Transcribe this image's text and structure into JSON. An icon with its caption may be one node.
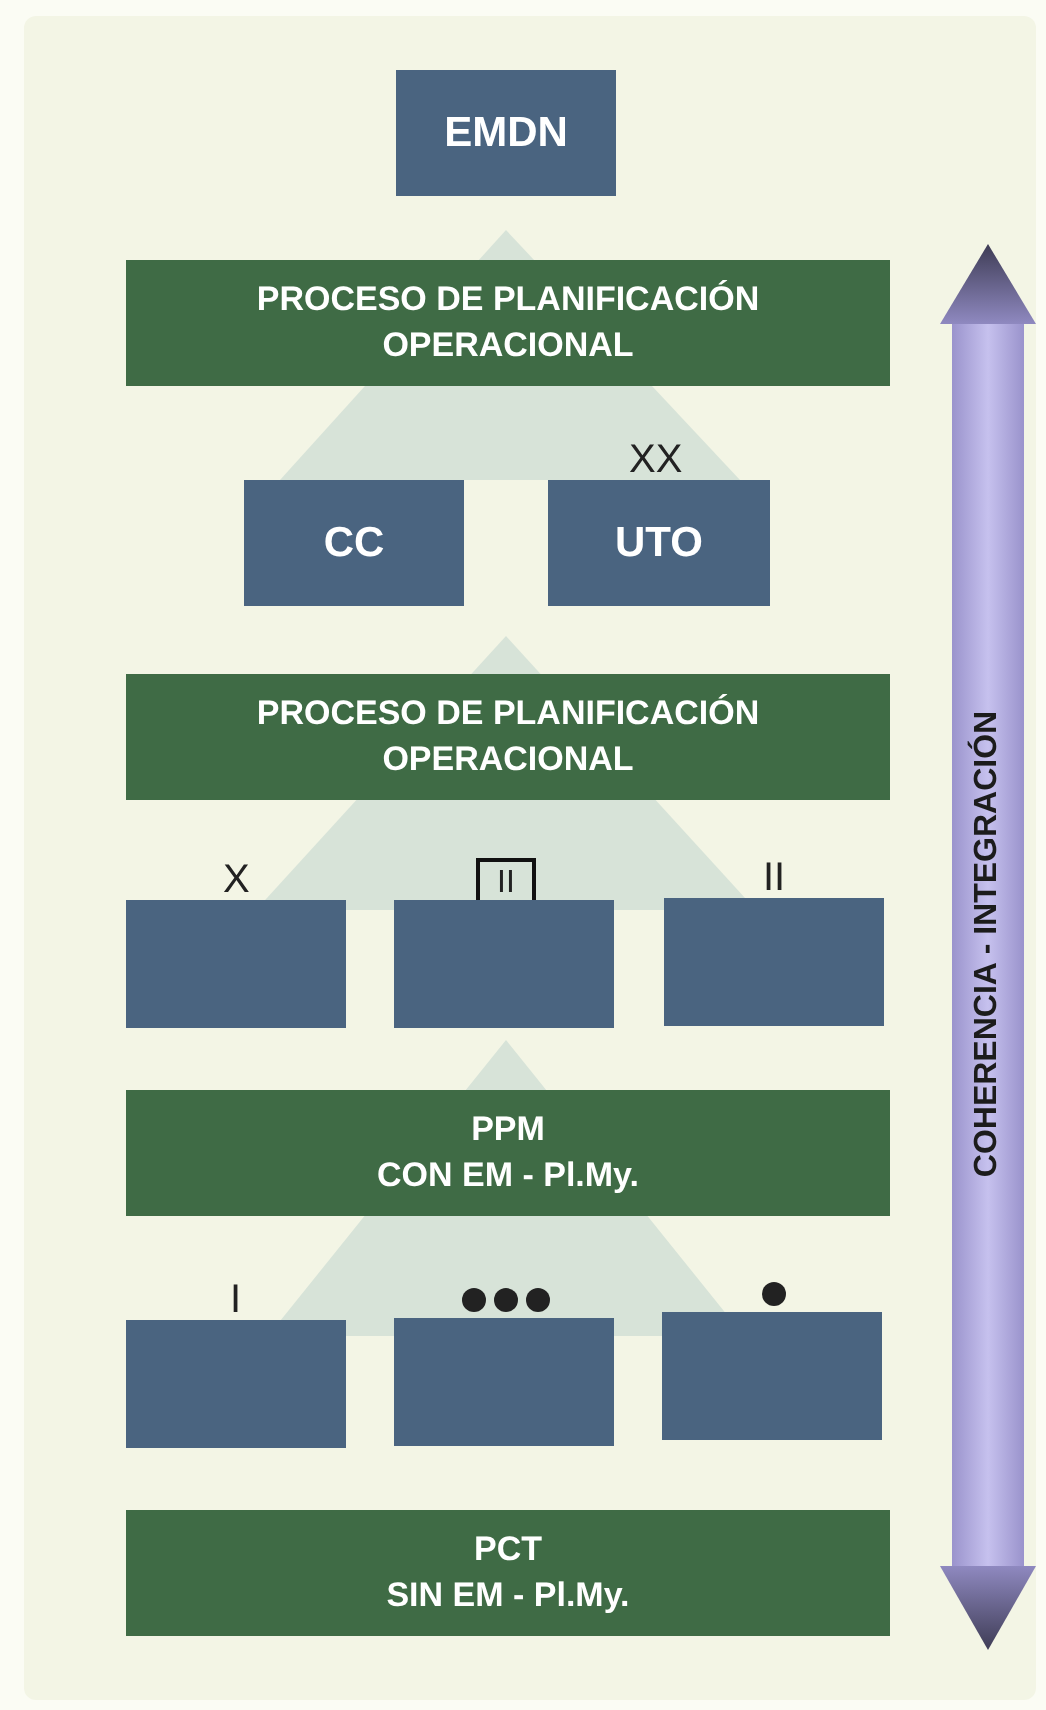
{
  "diagram": {
    "nodes": [
      {
        "text": [
          "EMDN"
        ]
      },
      {
        "text": [
          "PROCESO DE PLANIFICACIÓN OPERACIONAL"
        ]
      },
      {
        "text": [
          "CC"
        ]
      },
      {
        "text": [
          "UTO"
        ],
        "beside": [
          "XX"
        ]
      },
      {
        "text": [
          "PROCESO DE PLANIFICACIÓN OPERACIONAL"
        ]
      },
      {
        "text": [],
        "shape": "box",
        "beside": [
          "X"
        ]
      },
      {
        "text": [],
        "shape": "box",
        "beside": [
          "II"
        ]
      },
      {
        "text": [],
        "shape": "box",
        "beside": [
          "II"
        ]
      },
      {
        "text": [
          "PPM",
          "CON EM - Pl.My."
        ]
      },
      {
        "text": [],
        "shape": "box",
        "beside": [
          "I"
        ]
      },
      {
        "text": [],
        "shape": "box"
      },
      {
        "text": [],
        "shape": "box"
      },
      {
        "text": [
          "PCT",
          "SIN EM - Pl.My."
        ]
      }
    ],
    "labels": [
      "COHERENCIA - INTEGRACIÓN"
    ]
  }
}
